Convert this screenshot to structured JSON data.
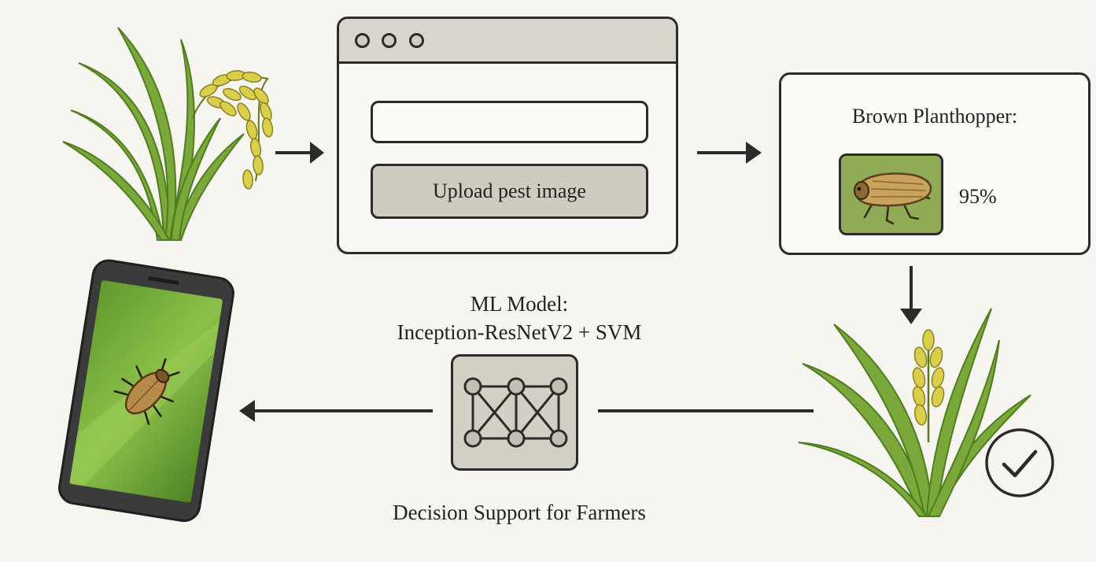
{
  "upload_form": {
    "url_placeholder": "",
    "upload_label": "Upload pest image"
  },
  "result_panel": {
    "pest_name": "Brown Planthopper:",
    "confidence": "95%"
  },
  "model": {
    "line1": "ML Model:",
    "line2": "Inception-ResNetV2 + SVM"
  },
  "footer": {
    "caption": "Decision Support for Farmers"
  },
  "icons": {
    "rice_plant_left": "rice-plant-icon",
    "browser_window": "browser-window-icon",
    "pest_thumbnail": "beetle-icon",
    "healthy_plant": "rice-plant-icon",
    "checkmark": "checkmark-icon",
    "neural_network": "neural-network-icon",
    "smartphone": "smartphone-icon"
  },
  "colors": {
    "background": "#f7f5f0",
    "line": "#2b2b2b",
    "leaf_green": "#7aa83a",
    "grain_yellow": "#d9cf4a",
    "panel_fill": "#d2cfc4",
    "insect_brown": "#b88a4a"
  }
}
